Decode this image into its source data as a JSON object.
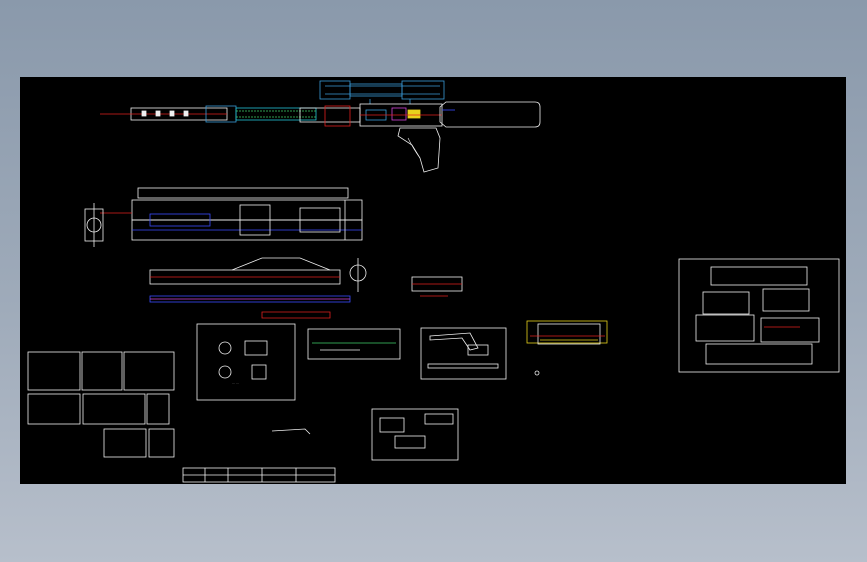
{
  "canvas": {
    "background_top": "#8a99ab",
    "background_bottom": "#b7bfcb",
    "paper_color": "#000000"
  },
  "colors": {
    "line_white": "#f0f0f0",
    "scope_blue": "#3a9bd9",
    "barrel_cyan": "#22c4d6",
    "barrel_green": "#3fd06a",
    "accent_red": "#e0201e",
    "accent_yellow": "#e8d21c",
    "accent_magenta": "#d046d8",
    "accent_blue": "#3a4bff",
    "bolt_green": "#5dd62a"
  },
  "icons": [
    "drawing-frame",
    "rifle-assembly",
    "telescopic-sight",
    "pistol-grip"
  ]
}
